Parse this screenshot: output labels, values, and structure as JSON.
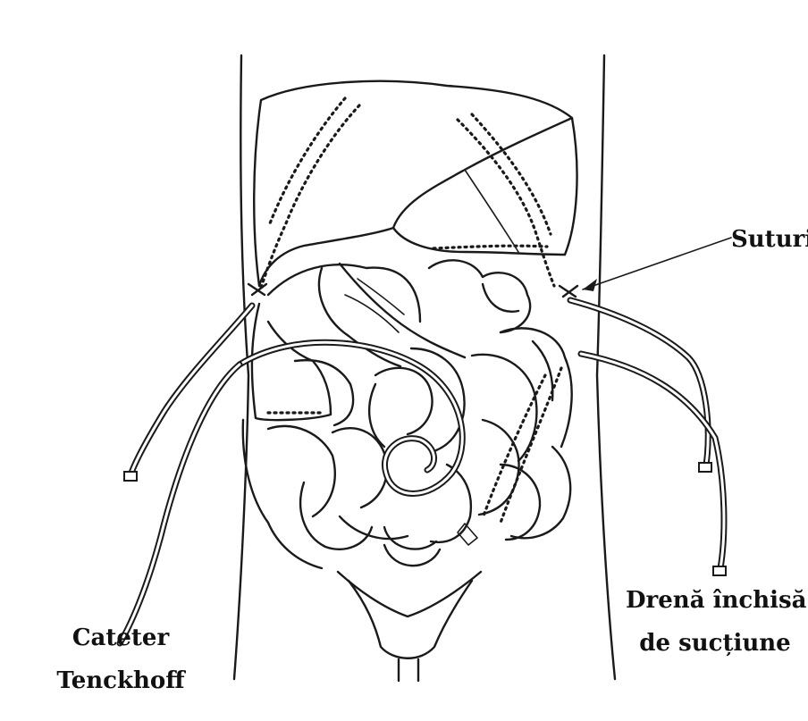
{
  "labels": {
    "sutures": "Suturi",
    "catheter_line1": "Cateter",
    "catheter_line2": "Tenckhoff",
    "drain_line1": "Drenă închisă",
    "drain_line2": "de sucțiune"
  }
}
